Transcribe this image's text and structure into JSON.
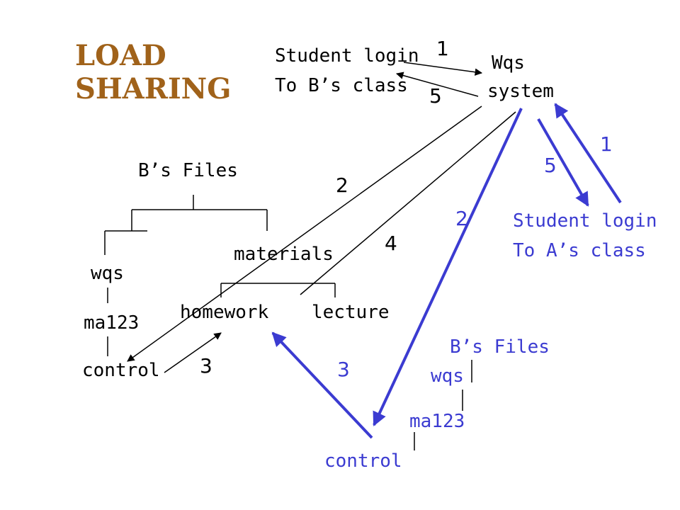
{
  "title": {
    "line1": "LOAD",
    "line2": "SHARING"
  },
  "colors": {
    "title": "#a0621a",
    "black": "#000000",
    "blue": "#3b3bd1"
  },
  "labels": {
    "student_b_line1": "Student login",
    "student_b_line2": "To B’s class",
    "wqs_line1": "Wqs",
    "wqs_line2": "system",
    "student_a_line1": "Student login",
    "student_a_line2": "To A’s class",
    "b_files": "B’s Files",
    "wqs": "wqs",
    "ma123": "ma123",
    "control": "control",
    "materials": "materials",
    "homework": "homework",
    "lecture": "lecture",
    "b_files_blue": "B’s Files",
    "wqs_blue": "wqs",
    "ma123_blue": "ma123",
    "control_blue": "control"
  },
  "steps": {
    "s1_top": "1",
    "s5_top": "5",
    "s2_black": "2",
    "s4_black": "4",
    "s3_black": "3",
    "s1_right": "1",
    "s5_right": "5",
    "s2_blue": "2",
    "s3_blue": "3"
  }
}
